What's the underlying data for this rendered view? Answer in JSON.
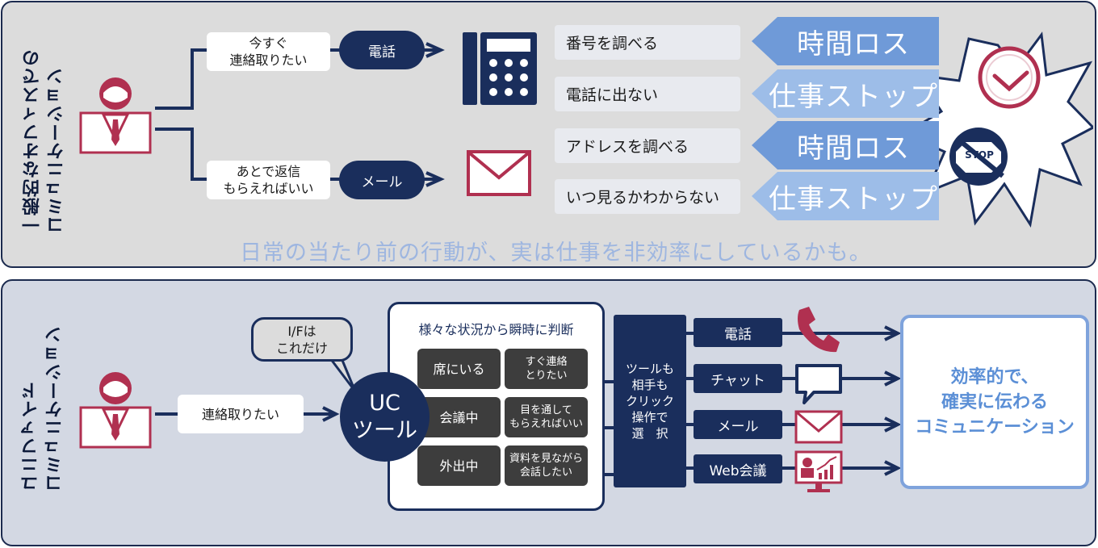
{
  "top": {
    "section_title": "一般的なオフィスでの\nコミュニケーション",
    "want_now": "今すぐ\n連絡取りたい",
    "reply_later": "あとで返信\nもらえればいい",
    "phone_label": "電話",
    "mail_label": "メール",
    "issues": [
      "番号を調べる",
      "電話に出ない",
      "アドレスを調べる",
      "いつ見るかわからない"
    ],
    "outcomes": [
      "時間ロス",
      "仕事ストップ",
      "時間ロス",
      "仕事ストップ"
    ],
    "stop_sign": "STOP",
    "caption": "日常の当たり前の行動が、実は仕事を非効率にしているかも。"
  },
  "bottom": {
    "section_title": "ユニファイド\nコミュニケーション",
    "want_contact": "連絡取りたい",
    "if_bubble": "I/Fは\nこれだけ",
    "uc_tool": "UC\nツール",
    "situation_title": "様々な状況から瞬時に判断",
    "cells": [
      {
        "status": "席にいる",
        "need": "すぐ連絡\nとりたい"
      },
      {
        "status": "会議中",
        "need": "目を通して\nもらえればいい"
      },
      {
        "status": "外出中",
        "need": "資料を見ながら\n会話したい"
      }
    ],
    "select_box": "ツールも\n相手も\nクリック\n操作で\n選　択",
    "channels": [
      "電話",
      "チャット",
      "メール",
      "Web会議"
    ],
    "result": "効率的で、\n確実に伝わる\nコミュニケーション"
  },
  "colors": {
    "navy": "#1a2e5c",
    "crimson": "#b03050",
    "light_blue": "#9eb6e0",
    "ribbon_dark": "#6f9ad8",
    "ribbon_light": "#9dbde8"
  }
}
